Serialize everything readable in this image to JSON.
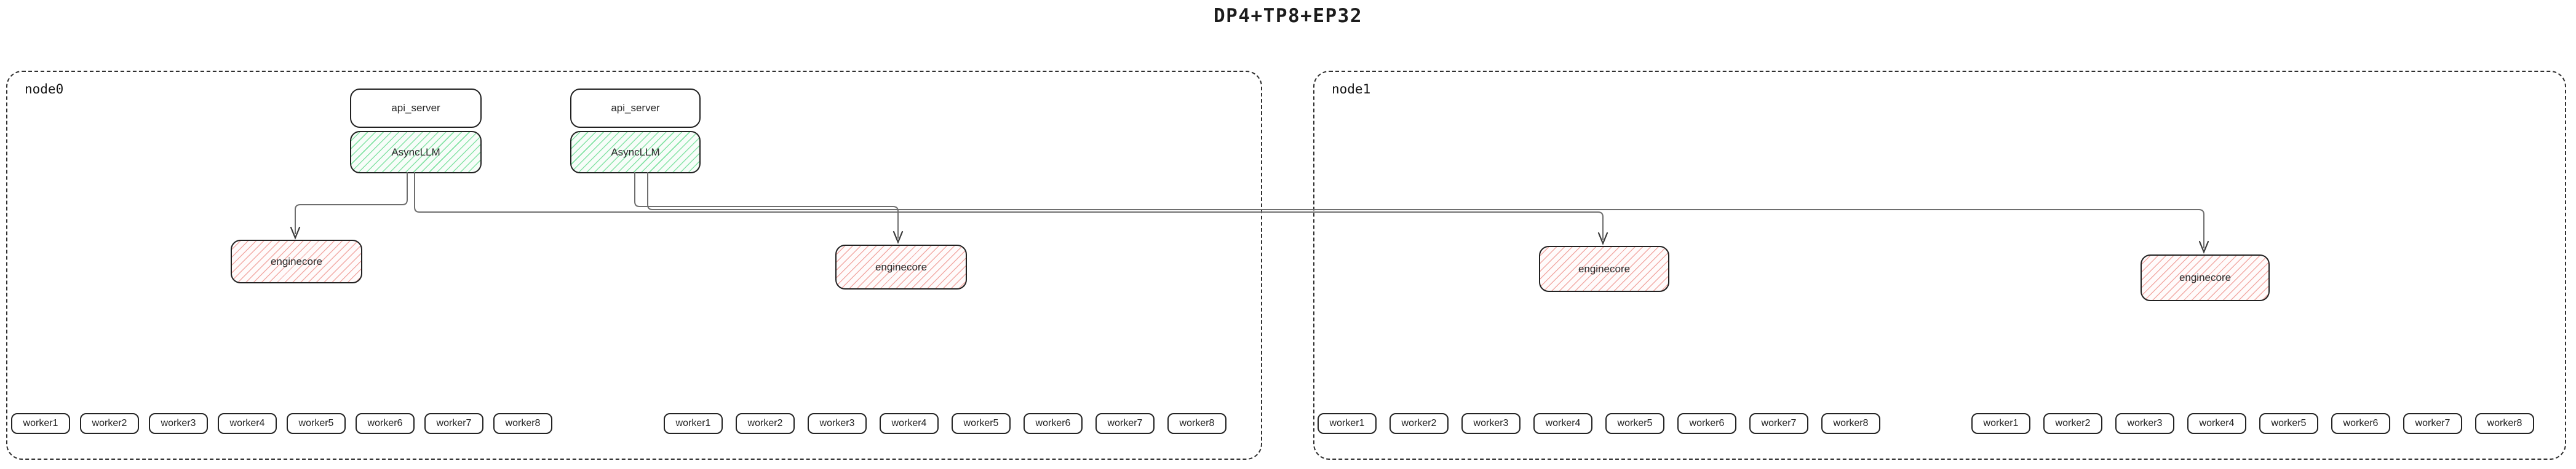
{
  "title": "DP4+TP8+EP32",
  "nodes": [
    {
      "label": "node0",
      "stacks": [
        {
          "api_server": "api_server",
          "asyncllm": "AsyncLLM"
        },
        {
          "api_server": "api_server",
          "asyncllm": "AsyncLLM"
        }
      ],
      "enginecores": [
        {
          "label": "enginecore"
        },
        {
          "label": "enginecore"
        }
      ],
      "worker_groups": [
        {
          "workers": [
            "worker1",
            "worker2",
            "worker3",
            "worker4",
            "worker5",
            "worker6",
            "worker7",
            "worker8"
          ]
        },
        {
          "workers": [
            "worker1",
            "worker2",
            "worker3",
            "worker4",
            "worker5",
            "worker6",
            "worker7",
            "worker8"
          ]
        }
      ]
    },
    {
      "label": "node1",
      "stacks": [],
      "enginecores": [
        {
          "label": "enginecore"
        },
        {
          "label": "enginecore"
        }
      ],
      "worker_groups": [
        {
          "workers": [
            "worker1",
            "worker2",
            "worker3",
            "worker4",
            "worker5",
            "worker6",
            "worker7",
            "worker8"
          ]
        },
        {
          "workers": [
            "worker1",
            "worker2",
            "worker3",
            "worker4",
            "worker5",
            "worker6",
            "worker7",
            "worker8"
          ]
        }
      ]
    }
  ],
  "edges": [
    {
      "from": "node0 AsyncLLM #1",
      "to": "node0 enginecore #1"
    },
    {
      "from": "node0 AsyncLLM #2",
      "to": "node0 enginecore #2"
    },
    {
      "from": "node0 AsyncLLM #1",
      "to": "node1 enginecore #1"
    },
    {
      "from": "node0 AsyncLLM #2",
      "to": "node1 enginecore #2"
    }
  ],
  "colors": {
    "asyncllm_hatch": "#86e3a6",
    "enginecore_hatch": "#f2aba6",
    "edge_line": "#6e6e6e",
    "box_border": "#212121"
  }
}
